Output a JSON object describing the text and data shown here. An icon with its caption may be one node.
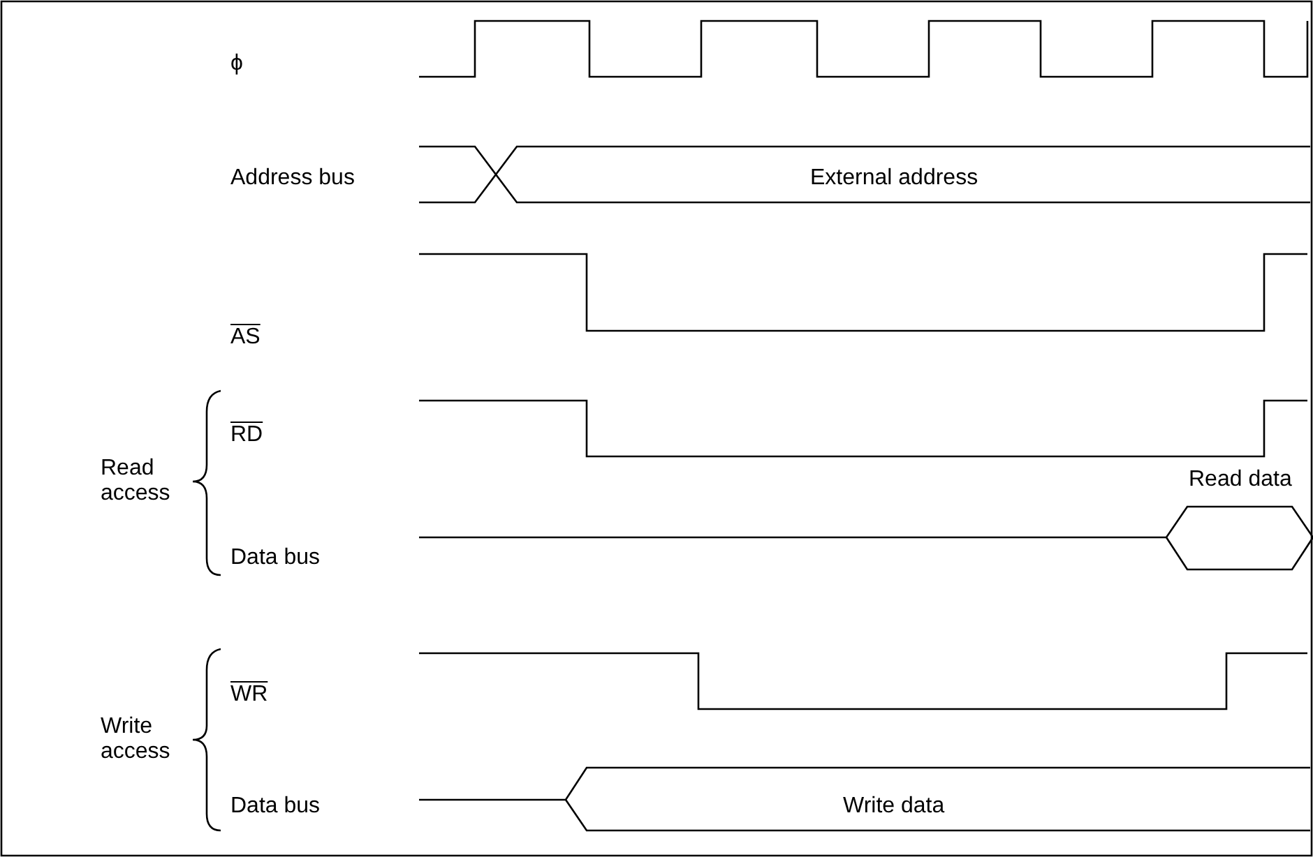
{
  "diagram": {
    "labels": [
      "ϕ",
      "Address bus",
      "External address",
      "AS",
      "RD",
      "Read access",
      "Read data",
      "Data bus",
      "WR",
      "Write access",
      "Data bus",
      "Write data"
    ]
  }
}
